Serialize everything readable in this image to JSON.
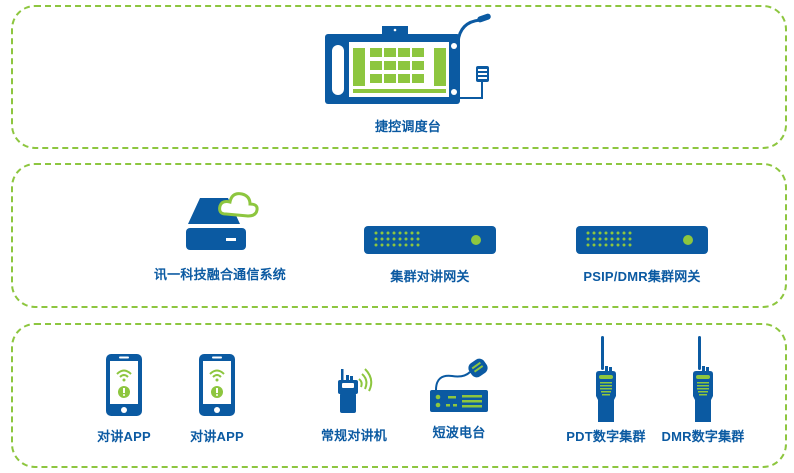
{
  "colors": {
    "primary_blue": "#0b5aa2",
    "accent_green": "#8dc63f",
    "border_green": "#8dc63f",
    "background": "#ffffff"
  },
  "tiers": [
    {
      "name": "dispatch-tier",
      "nodes": [
        {
          "id": "dispatch-console",
          "label": "捷控调度台",
          "icon": "dispatch-console-icon"
        }
      ]
    },
    {
      "name": "system-tier",
      "nodes": [
        {
          "id": "fusion-system",
          "label": "讯一科技融合通信系统",
          "icon": "cloud-server-icon"
        },
        {
          "id": "trunk-gateway",
          "label": "集群对讲网关",
          "icon": "gateway-icon"
        },
        {
          "id": "psip-dmr-gateway",
          "label": "PSIP/DMR集群网关",
          "icon": "gateway-icon"
        }
      ]
    },
    {
      "name": "terminal-tier",
      "nodes": [
        {
          "id": "ptt-app-1",
          "label": "对讲APP",
          "icon": "smartphone-ptt-icon"
        },
        {
          "id": "ptt-app-2",
          "label": "对讲APP",
          "icon": "smartphone-ptt-icon"
        },
        {
          "id": "conventional-radio",
          "label": "常规对讲机",
          "icon": "walkie-talkie-icon"
        },
        {
          "id": "shortwave-radio",
          "label": "短波电台",
          "icon": "shortwave-radio-icon"
        },
        {
          "id": "pdt-trunk",
          "label": "PDT数字集群",
          "icon": "handheld-radio-icon"
        },
        {
          "id": "dmr-trunk",
          "label": "DMR数字集群",
          "icon": "handheld-radio-icon"
        }
      ]
    }
  ]
}
